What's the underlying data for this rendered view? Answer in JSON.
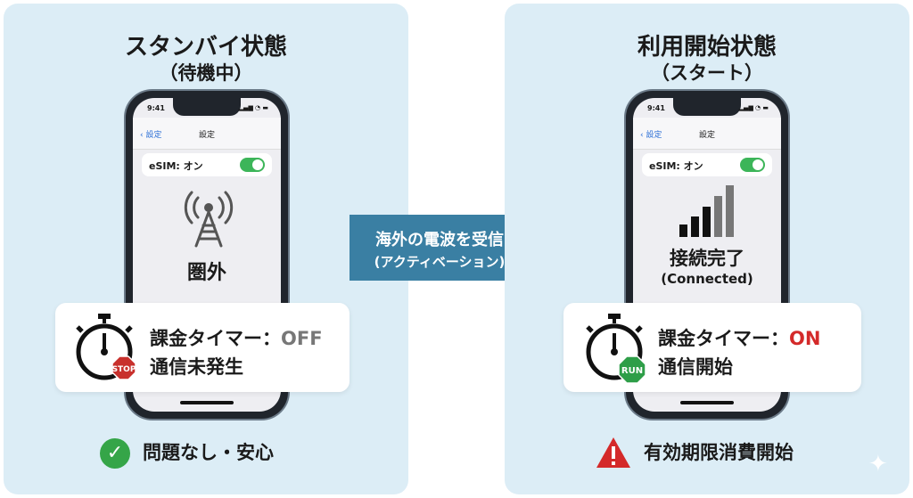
{
  "left": {
    "title": "スタンバイ状態",
    "subtitle": "（待機中）",
    "phone": {
      "time": "9:41",
      "back": "設定",
      "nav_title": "設定",
      "esim_label": "eSIM: オン",
      "esim_on": true,
      "signal_text": "圏外"
    },
    "timer": {
      "label": "課金タイマー：",
      "state": "OFF",
      "status": "通信未発生",
      "badge": "STOP"
    },
    "footer": "問題なし・安心"
  },
  "arrow": {
    "line1": "海外の電波を受信",
    "line2": "(アクティベーション)"
  },
  "right": {
    "title": "利用開始状態",
    "subtitle": "（スタート）",
    "phone": {
      "time": "9:41",
      "back": "設定",
      "nav_title": "設定",
      "esim_label": "eSIM: オン",
      "esim_on": true,
      "signal_text": "接続完了",
      "signal_sub": "(Connected)"
    },
    "timer": {
      "label": "課金タイマー：",
      "state": "ON",
      "status": "通信開始",
      "badge": "RUN"
    },
    "footer": "有効期限消費開始"
  },
  "colors": {
    "panel": "#dcedf6",
    "arrow": "#3a7fa3",
    "on": "#d42a2a",
    "off": "#777777",
    "stop": "#c8302c",
    "run": "#2e9e48",
    "toggle": "#3cb559"
  }
}
